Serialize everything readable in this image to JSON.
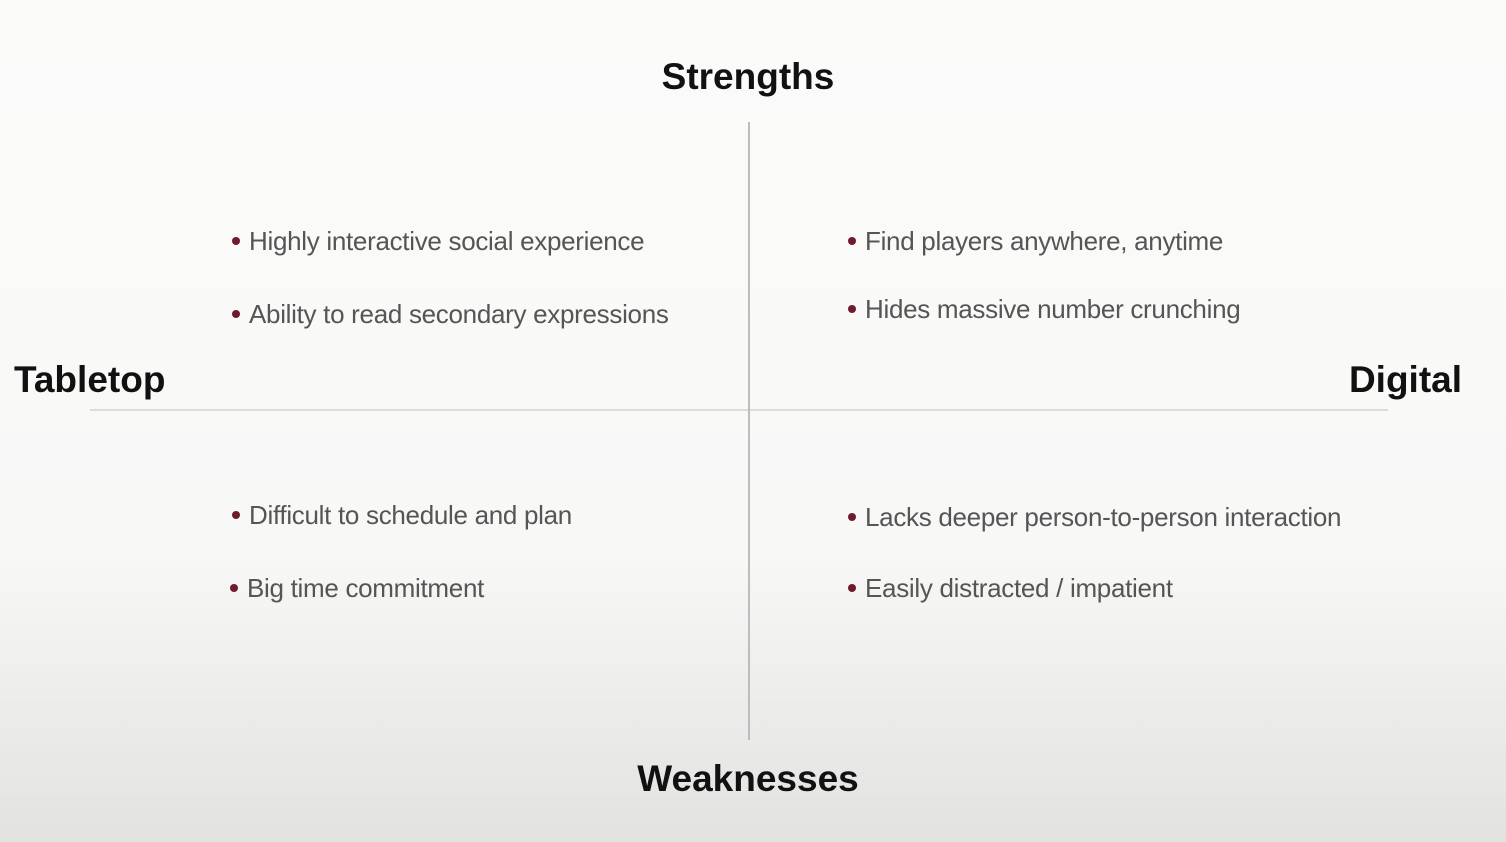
{
  "axes": {
    "top": "Strengths",
    "bottom": "Weaknesses",
    "left": "Tabletop",
    "right": "Digital"
  },
  "quadrants": {
    "tabletop_strengths": [
      "Highly interactive social experience",
      "Ability to read secondary expressions"
    ],
    "digital_strengths": [
      "Find players anywhere, anytime",
      "Hides massive number crunching"
    ],
    "tabletop_weaknesses": [
      "Difficult to schedule and plan",
      "Big time commitment"
    ],
    "digital_weaknesses": [
      "Lacks deeper person-to-person interaction",
      "Easily distracted / impatient"
    ]
  },
  "colors": {
    "bullet": "#6e1c2c",
    "text": "#555555"
  }
}
